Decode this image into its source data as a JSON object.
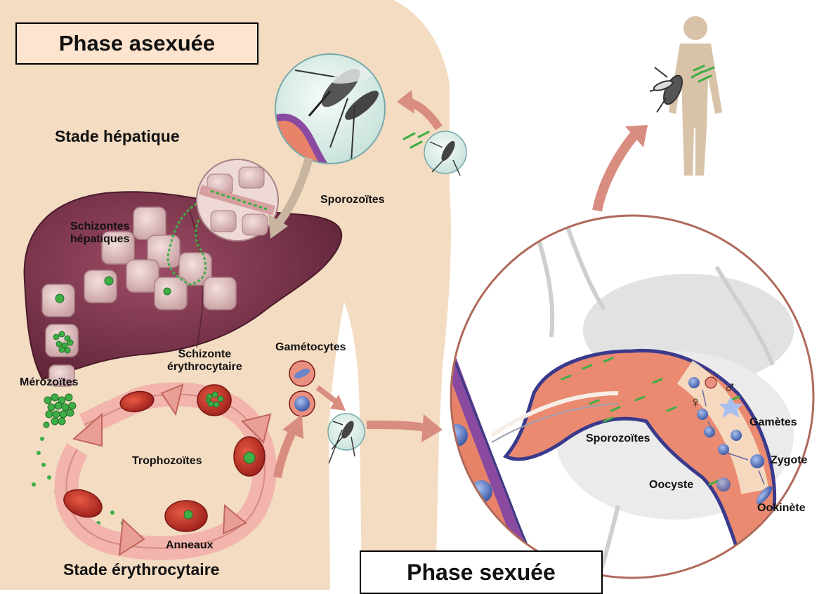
{
  "titles": {
    "asexual_phase": "Phase asexuée",
    "sexual_phase": "Phase sexuée"
  },
  "stages": {
    "hepatic": "Stade hépatique",
    "erythrocytic": "Stade érythrocytaire"
  },
  "labels": {
    "sporozoites_human": "Sporozoïtes",
    "hepatic_schizonts_line1": "Schizontes",
    "hepatic_schizonts_line2": "hépatiques",
    "merozoites": "Mérozoïtes",
    "erythro_schizont_line1": "Schizonte",
    "erythro_schizont_line2": "érythrocytaire",
    "gametocytes": "Gamétocytes",
    "trophozoites": "Trophozoïtes",
    "rings": "Anneaux",
    "sporozoites_mosquito": "Sporozoïtes",
    "gametes": "Gamètes",
    "zygote": "Zygote",
    "oocyst": "Oocyste",
    "ookinete": "Ookinète",
    "female_symbol": "♀",
    "male_symbol": "♂"
  },
  "colors": {
    "skin": "#f3dcc2",
    "liver": "#8b3d55",
    "liver_dark": "#5e2337",
    "cell": "#e6c8c6",
    "parasite": "#35a845",
    "cycle_arrow": "#f2b4ad",
    "rbc": "#c8382e",
    "mosquito_gut": "#e8836a",
    "gut_wall": "#3a3a8c",
    "connector_arrow": "#d98c80",
    "magnifier_border": "#b06a5a"
  }
}
